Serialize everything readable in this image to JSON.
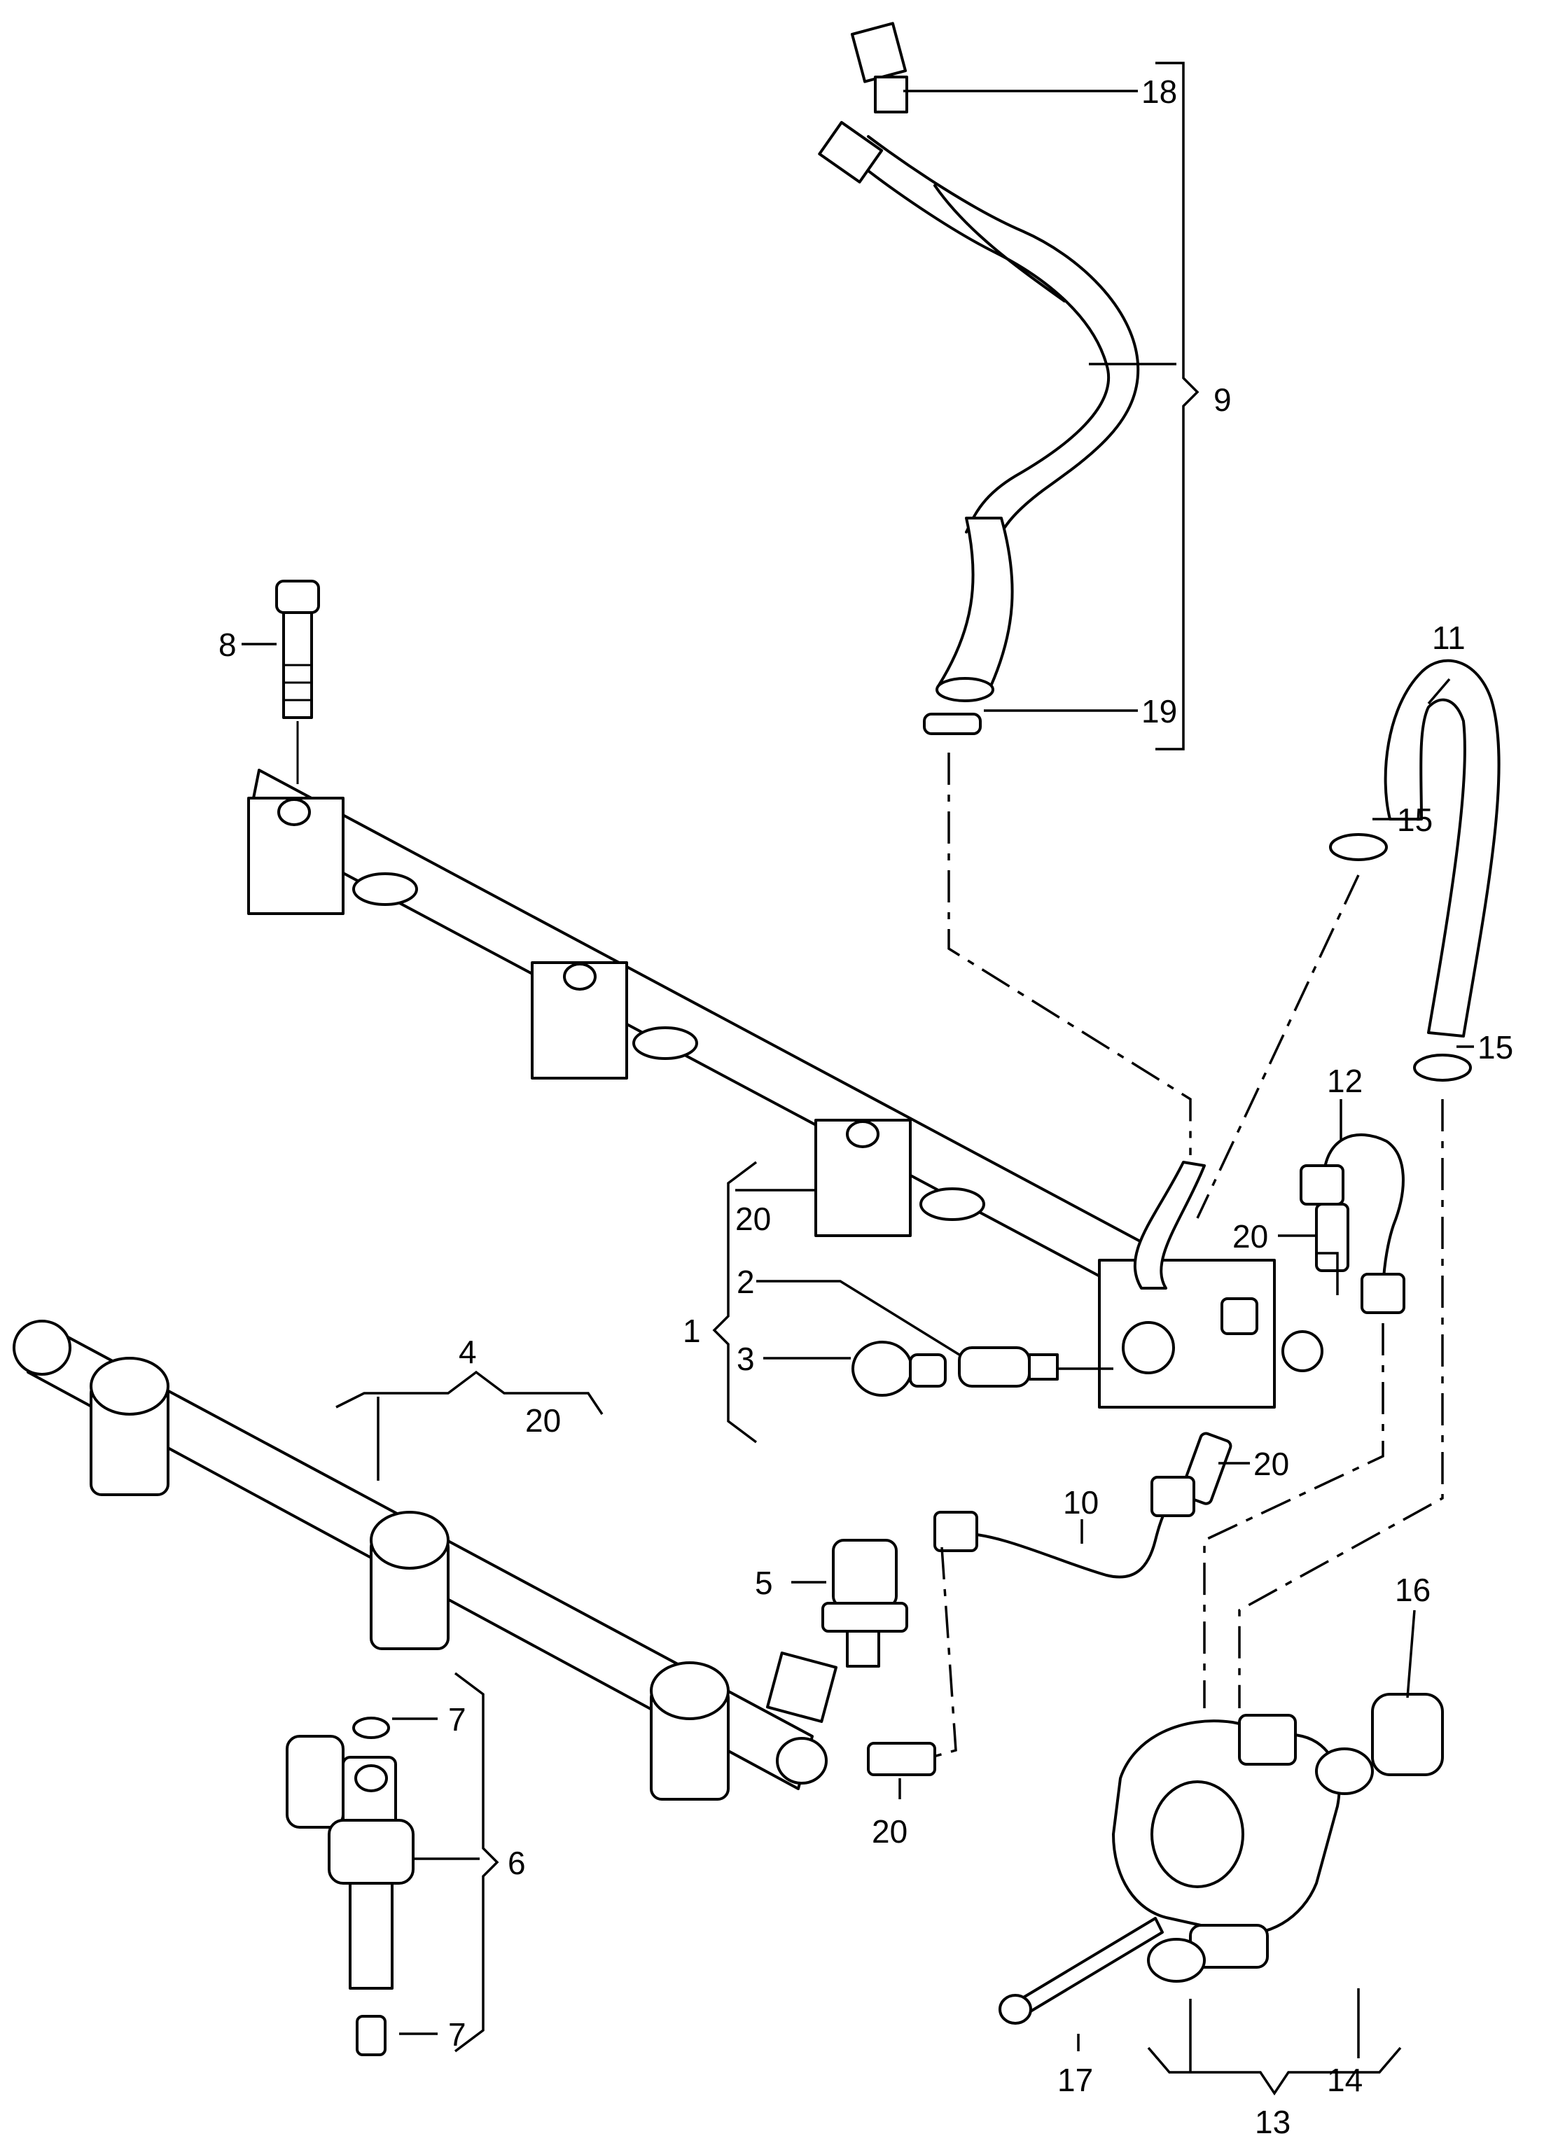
{
  "diagram": {
    "labels": {
      "l1": "1",
      "l2": "2",
      "l3": "3",
      "l4": "4",
      "l5": "5",
      "l6": "6",
      "l7a": "7",
      "l7b": "7",
      "l8": "8",
      "l9": "9",
      "l10": "10",
      "l11": "11",
      "l12": "12",
      "l13": "13",
      "l14": "14",
      "l15a": "15",
      "l15b": "15",
      "l16": "16",
      "l17": "17",
      "l18": "18",
      "l19": "19",
      "l20a": "20",
      "l20b": "20",
      "l20c": "20",
      "l20d": "20",
      "l20e": "20"
    }
  }
}
